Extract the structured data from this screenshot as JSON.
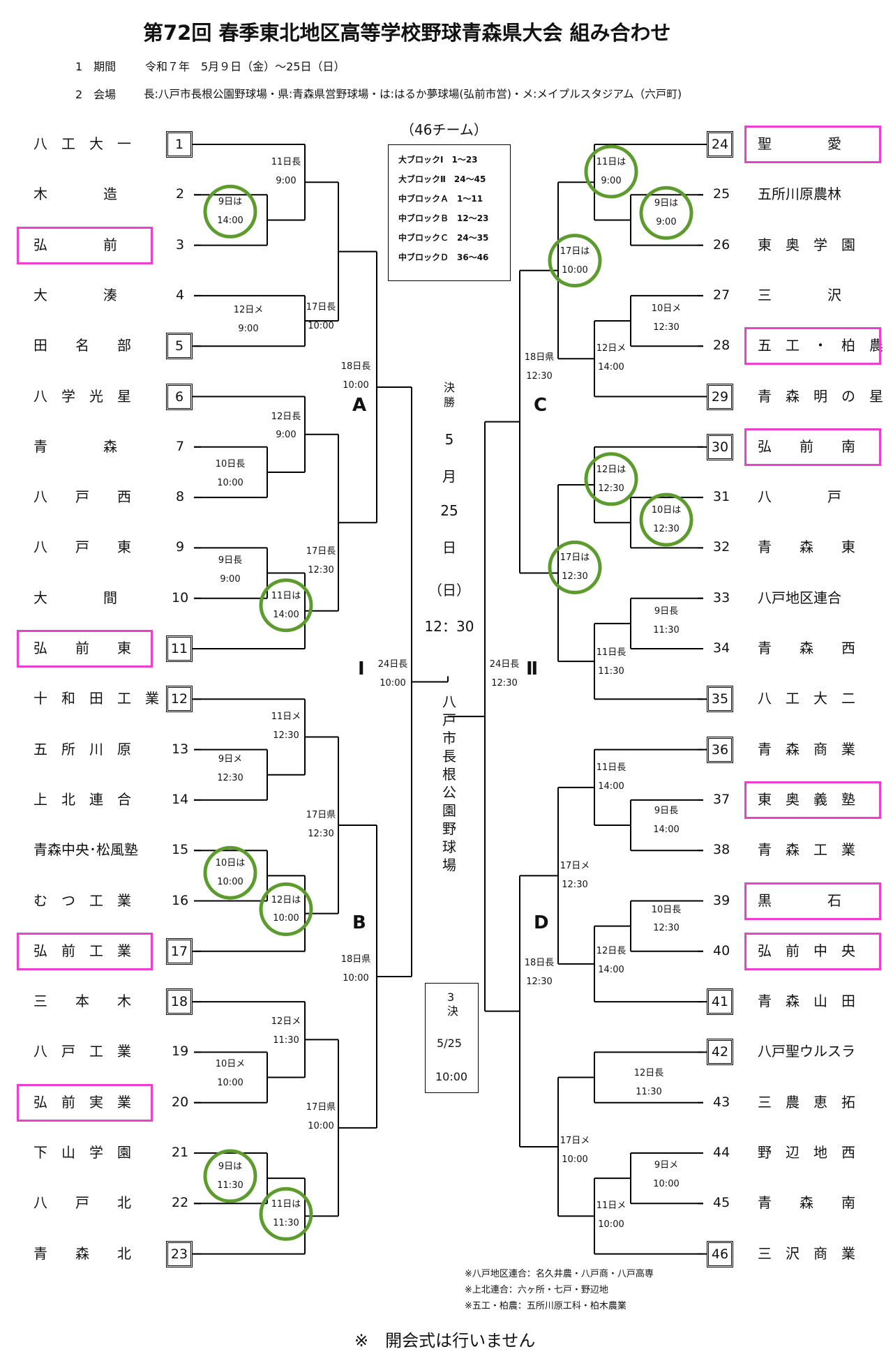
{
  "title": "第72回 春季東北地区高等学校野球青森県大会 組み合わせ",
  "period": {
    "label": "1　期間",
    "value": "令和７年　5月９日（金）〜25日（日）"
  },
  "venue": {
    "label": "2　会場",
    "value": "長:八戸市長根公園野球場・県:青森県営野球場・は:はるか夢球場(弘前市営)・メ:メイプルスタジアム（六戸町)"
  },
  "team_count": "（46チーム）",
  "block_legend": [
    "大ブロックⅠ　1〜23",
    "大ブロックⅡ　24〜45",
    "中ブロックＡ　1〜11",
    "中ブロックＢ　12〜23",
    "中ブロックＣ　24〜35",
    "中ブロックＤ　36〜46"
  ],
  "left_teams": [
    {
      "name": "八　工　大　一",
      "num": "1",
      "seed": true,
      "highlight": false
    },
    {
      "name": "木　　　　造",
      "num": "2",
      "seed": false,
      "highlight": false
    },
    {
      "name": "弘　　　　前",
      "num": "3",
      "seed": false,
      "highlight": true
    },
    {
      "name": "大　　　　湊",
      "num": "4",
      "seed": false,
      "highlight": false
    },
    {
      "name": "田　　名　　部",
      "num": "5",
      "seed": true,
      "highlight": false
    },
    {
      "name": "八　学　光　星",
      "num": "6",
      "seed": true,
      "highlight": false
    },
    {
      "name": "青　　　　森",
      "num": "7",
      "seed": false,
      "highlight": false
    },
    {
      "name": "八　　戸　　西",
      "num": "8",
      "seed": false,
      "highlight": false
    },
    {
      "name": "八　　戸　　東",
      "num": "9",
      "seed": false,
      "highlight": false
    },
    {
      "name": "大　　　　間",
      "num": "10",
      "seed": false,
      "highlight": false
    },
    {
      "name": "弘　　前　　東",
      "num": "11",
      "seed": true,
      "highlight": true
    },
    {
      "name": "十　和　田　工　業",
      "num": "12",
      "seed": true,
      "highlight": false
    },
    {
      "name": "五　所　川　原",
      "num": "13",
      "seed": false,
      "highlight": false
    },
    {
      "name": "上　北　連　合",
      "num": "14",
      "seed": false,
      "highlight": false
    },
    {
      "name": "青森中央･松風塾",
      "num": "15",
      "seed": false,
      "highlight": false
    },
    {
      "name": "む　つ　工　業",
      "num": "16",
      "seed": false,
      "highlight": false
    },
    {
      "name": "弘　前　工　業",
      "num": "17",
      "seed": true,
      "highlight": true
    },
    {
      "name": "三　　本　　木",
      "num": "18",
      "seed": true,
      "highlight": false
    },
    {
      "name": "八　戸　工　業",
      "num": "19",
      "seed": false,
      "highlight": false
    },
    {
      "name": "弘　前　実　業",
      "num": "20",
      "seed": false,
      "highlight": true
    },
    {
      "name": "下　山　学　園",
      "num": "21",
      "seed": false,
      "highlight": false
    },
    {
      "name": "八　　戸　　北",
      "num": "22",
      "seed": false,
      "highlight": false
    },
    {
      "name": "青　　森　　北",
      "num": "23",
      "seed": true,
      "highlight": false
    }
  ],
  "right_teams": [
    {
      "name": "聖　　　　愛",
      "num": "24",
      "seed": true,
      "highlight": true
    },
    {
      "name": "五所川原農林",
      "num": "25",
      "seed": false,
      "highlight": false
    },
    {
      "name": "東　奥　学　園",
      "num": "26",
      "seed": false,
      "highlight": false
    },
    {
      "name": "三　　　　沢",
      "num": "27",
      "seed": false,
      "highlight": false
    },
    {
      "name": "五　工　・　柏　農",
      "num": "28",
      "seed": false,
      "highlight": true
    },
    {
      "name": "青　森　明　の　星",
      "num": "29",
      "seed": true,
      "highlight": false
    },
    {
      "name": "弘　　前　　南",
      "num": "30",
      "seed": true,
      "highlight": true
    },
    {
      "name": "八　　　　戸",
      "num": "31",
      "seed": false,
      "highlight": false
    },
    {
      "name": "青　　森　　東",
      "num": "32",
      "seed": false,
      "highlight": false
    },
    {
      "name": "八戸地区連合",
      "num": "33",
      "seed": false,
      "highlight": false
    },
    {
      "name": "青　　森　　西",
      "num": "34",
      "seed": false,
      "highlight": false
    },
    {
      "name": "八　工　大　二",
      "num": "35",
      "seed": true,
      "highlight": false
    },
    {
      "name": "青　森　商　業",
      "num": "36",
      "seed": true,
      "highlight": false
    },
    {
      "name": "東　奥　義　塾",
      "num": "37",
      "seed": false,
      "highlight": true
    },
    {
      "name": "青　森　工　業",
      "num": "38",
      "seed": false,
      "highlight": false
    },
    {
      "name": "黒　　　　石",
      "num": "39",
      "seed": false,
      "highlight": true
    },
    {
      "name": "弘　前　中　央",
      "num": "40",
      "seed": false,
      "highlight": true
    },
    {
      "name": "青　森　山　田",
      "num": "41",
      "seed": true,
      "highlight": false
    },
    {
      "name": "八戸聖ウルスラ",
      "num": "42",
      "seed": true,
      "highlight": false
    },
    {
      "name": "三　農　恵　拓",
      "num": "43",
      "seed": false,
      "highlight": false
    },
    {
      "name": "野　辺　地　西",
      "num": "44",
      "seed": false,
      "highlight": false
    },
    {
      "name": "青　　森　　南",
      "num": "45",
      "seed": false,
      "highlight": false
    },
    {
      "name": "三　沢　商　業",
      "num": "46",
      "seed": true,
      "highlight": false
    }
  ],
  "schedules": {
    "L_2_3": [
      "9日は",
      "14:00"
    ],
    "L_1_3": [
      "11日長",
      "9:00"
    ],
    "L_4_5": [
      "12日メ",
      "9:00"
    ],
    "L_A1": [
      "17日長",
      "10:00"
    ],
    "L_7_8": [
      "10日長",
      "10:00"
    ],
    "L_6_8": [
      "12日長",
      "9:00"
    ],
    "L_9_10": [
      "9日長",
      "9:00"
    ],
    "L_9_11": [
      "11日は",
      "14:00"
    ],
    "L_A2": [
      "17日長",
      "12:30"
    ],
    "L_A": [
      "18日長",
      "10:00"
    ],
    "L_13_14": [
      "9日メ",
      "12:30"
    ],
    "L_12_14": [
      "11日メ",
      "12:30"
    ],
    "L_15_16": [
      "10日は",
      "10:00"
    ],
    "L_15_17": [
      "12日は",
      "10:00"
    ],
    "L_B1": [
      "17日県",
      "12:30"
    ],
    "L_19_20": [
      "10日メ",
      "10:00"
    ],
    "L_18_20": [
      "12日メ",
      "11:30"
    ],
    "L_21_22": [
      "9日は",
      "11:30"
    ],
    "L_21_23": [
      "11日は",
      "11:30"
    ],
    "L_B2": [
      "17日県",
      "10:00"
    ],
    "L_B": [
      "18日県",
      "10:00"
    ],
    "L_I": [
      "24日長",
      "10:00"
    ],
    "R_24_26": [
      "11日は",
      "9:00"
    ],
    "R_25_26": [
      "9日は",
      "9:00"
    ],
    "R_27_28": [
      "10日メ",
      "12:30"
    ],
    "R_27_29": [
      "12日メ",
      "14:00"
    ],
    "R_C1": [
      "17日は",
      "10:00"
    ],
    "R_C": [
      "18日県",
      "12:30"
    ],
    "R_30_32": [
      "12日は",
      "12:30"
    ],
    "R_31_32": [
      "10日は",
      "12:30"
    ],
    "R_33_34": [
      "9日長",
      "11:30"
    ],
    "R_33_35": [
      "11日長",
      "11:30"
    ],
    "R_C2": [
      "17日は",
      "12:30"
    ],
    "R_II": [
      "24日長",
      "12:30"
    ],
    "R_36_38": [
      "11日長",
      "14:00"
    ],
    "R_37_38": [
      "9日長",
      "14:00"
    ],
    "R_D1": [
      "17日メ",
      "12:30"
    ],
    "R_39_40": [
      "10日長",
      "12:30"
    ],
    "R_39_41": [
      "12日長",
      "14:00"
    ],
    "R_D": [
      "18日長",
      "12:30"
    ],
    "R_42_43": [
      "12日長",
      "11:30"
    ],
    "R_D2": [
      "17日メ",
      "10:00"
    ],
    "R_44_45": [
      "9日メ",
      "10:00"
    ],
    "R_44_46": [
      "11日メ",
      "10:00"
    ]
  },
  "block_labels": {
    "A": "A",
    "B": "B",
    "C": "C",
    "D": "D",
    "I": "Ⅰ",
    "II": "Ⅱ"
  },
  "final": {
    "label": [
      "決",
      "勝"
    ],
    "date": [
      "5",
      "月",
      "25",
      "日"
    ],
    "weekday": "（日）",
    "time": "12：30",
    "venue": [
      "八",
      "戸",
      "市",
      "長",
      "根",
      "公",
      "園",
      "野",
      "球",
      "場"
    ]
  },
  "third_place": {
    "label": [
      "3",
      "決"
    ],
    "date": "5/25",
    "time": "10:00"
  },
  "notes": [
    "※八戸地区連合：名久井農・八戸商・八戸高専",
    "※上北連合：六ヶ所・七戸・野辺地",
    "※五工・柏農：五所川原工科・柏木農業"
  ],
  "footer": "※　開会式は行いません",
  "colors": {
    "highlight": "#ec3fcf",
    "circle": "#5c9c2c",
    "line": "#000000"
  }
}
